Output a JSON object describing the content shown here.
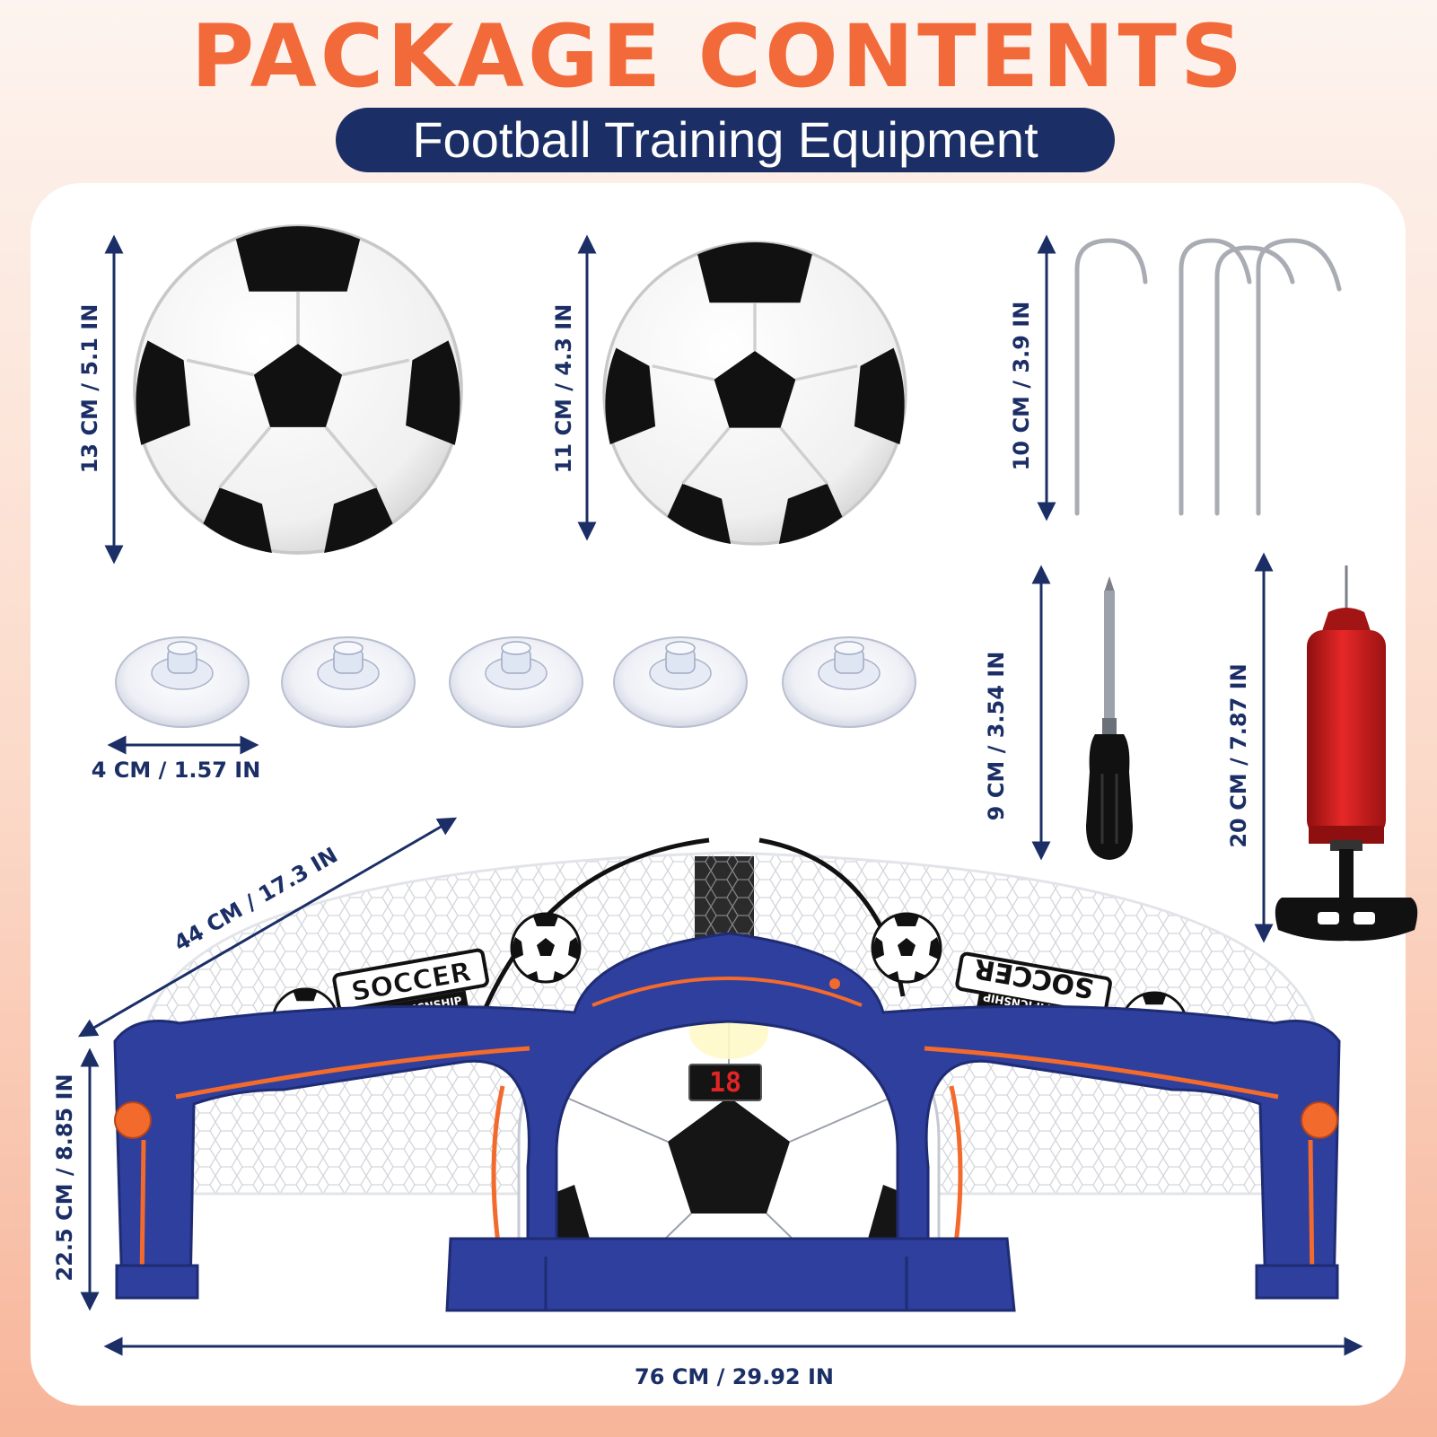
{
  "header": {
    "title": "PACKAGE CONTENTS",
    "subtitle": "Football Training Equipment"
  },
  "colors": {
    "title_orange": "#f36a3a",
    "navy": "#1b2f66",
    "goal_blue": "#2e3f9e",
    "stripe_orange": "#f26a2c",
    "pump_red": "#d81f1f"
  },
  "items": {
    "ball_large": {
      "dimension": "13 CM / 5.1 IN"
    },
    "ball_small": {
      "dimension": "11 CM / 4.3 IN"
    },
    "stakes": {
      "dimension": "10 CM / 3.9 IN",
      "count": 4
    },
    "suction_cups": {
      "dimension": "4 CM / 1.57 IN",
      "count": 5
    },
    "screwdriver": {
      "dimension": "9 CM / 3.54 IN"
    },
    "pump": {
      "dimension": "20 CM / 7.87 IN"
    },
    "goal": {
      "depth": "44 CM / 17.3 IN",
      "height": "22.5 CM / 8.85 IN",
      "width": "76 CM / 29.92 IN",
      "banner_word": "SOCCER",
      "banner_sub": "CHAMPICNSHIP",
      "display_value": "18"
    }
  }
}
